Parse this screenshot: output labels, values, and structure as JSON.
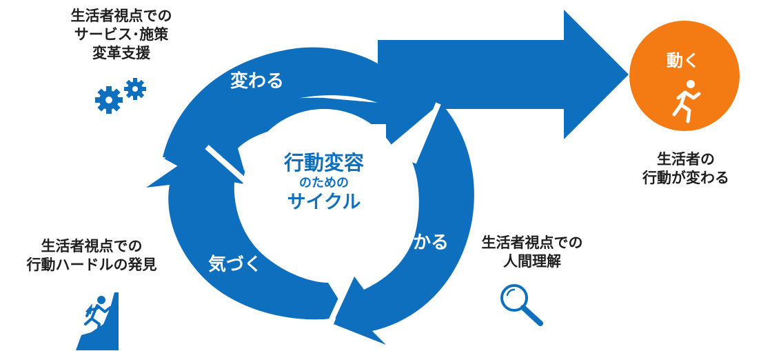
{
  "cycle": {
    "center_line1": "行動変容",
    "center_line2": "のための",
    "center_line3": "サイクル",
    "stage_change": "変わる",
    "stage_understand": "分かる",
    "stage_notice": "気づく"
  },
  "labels": {
    "service": [
      "生活者視点での",
      "サービス･施策",
      "変革支援"
    ],
    "understanding": [
      "生活者視点での",
      "人間理解"
    ],
    "hurdle": [
      "生活者視点での",
      "行動ハードルの発見"
    ],
    "outcome": [
      "生活者の",
      "行動が変わる"
    ]
  },
  "action": {
    "label": "動く"
  },
  "icons": {
    "service": "gears-icon",
    "understanding": "magnifier-icon",
    "hurdle": "climber-icon",
    "action": "runner-icon"
  },
  "colors": {
    "arrow_blue": "#0e6fbf",
    "action_orange": "#f47b13",
    "text_dark": "#1f1f1f"
  }
}
